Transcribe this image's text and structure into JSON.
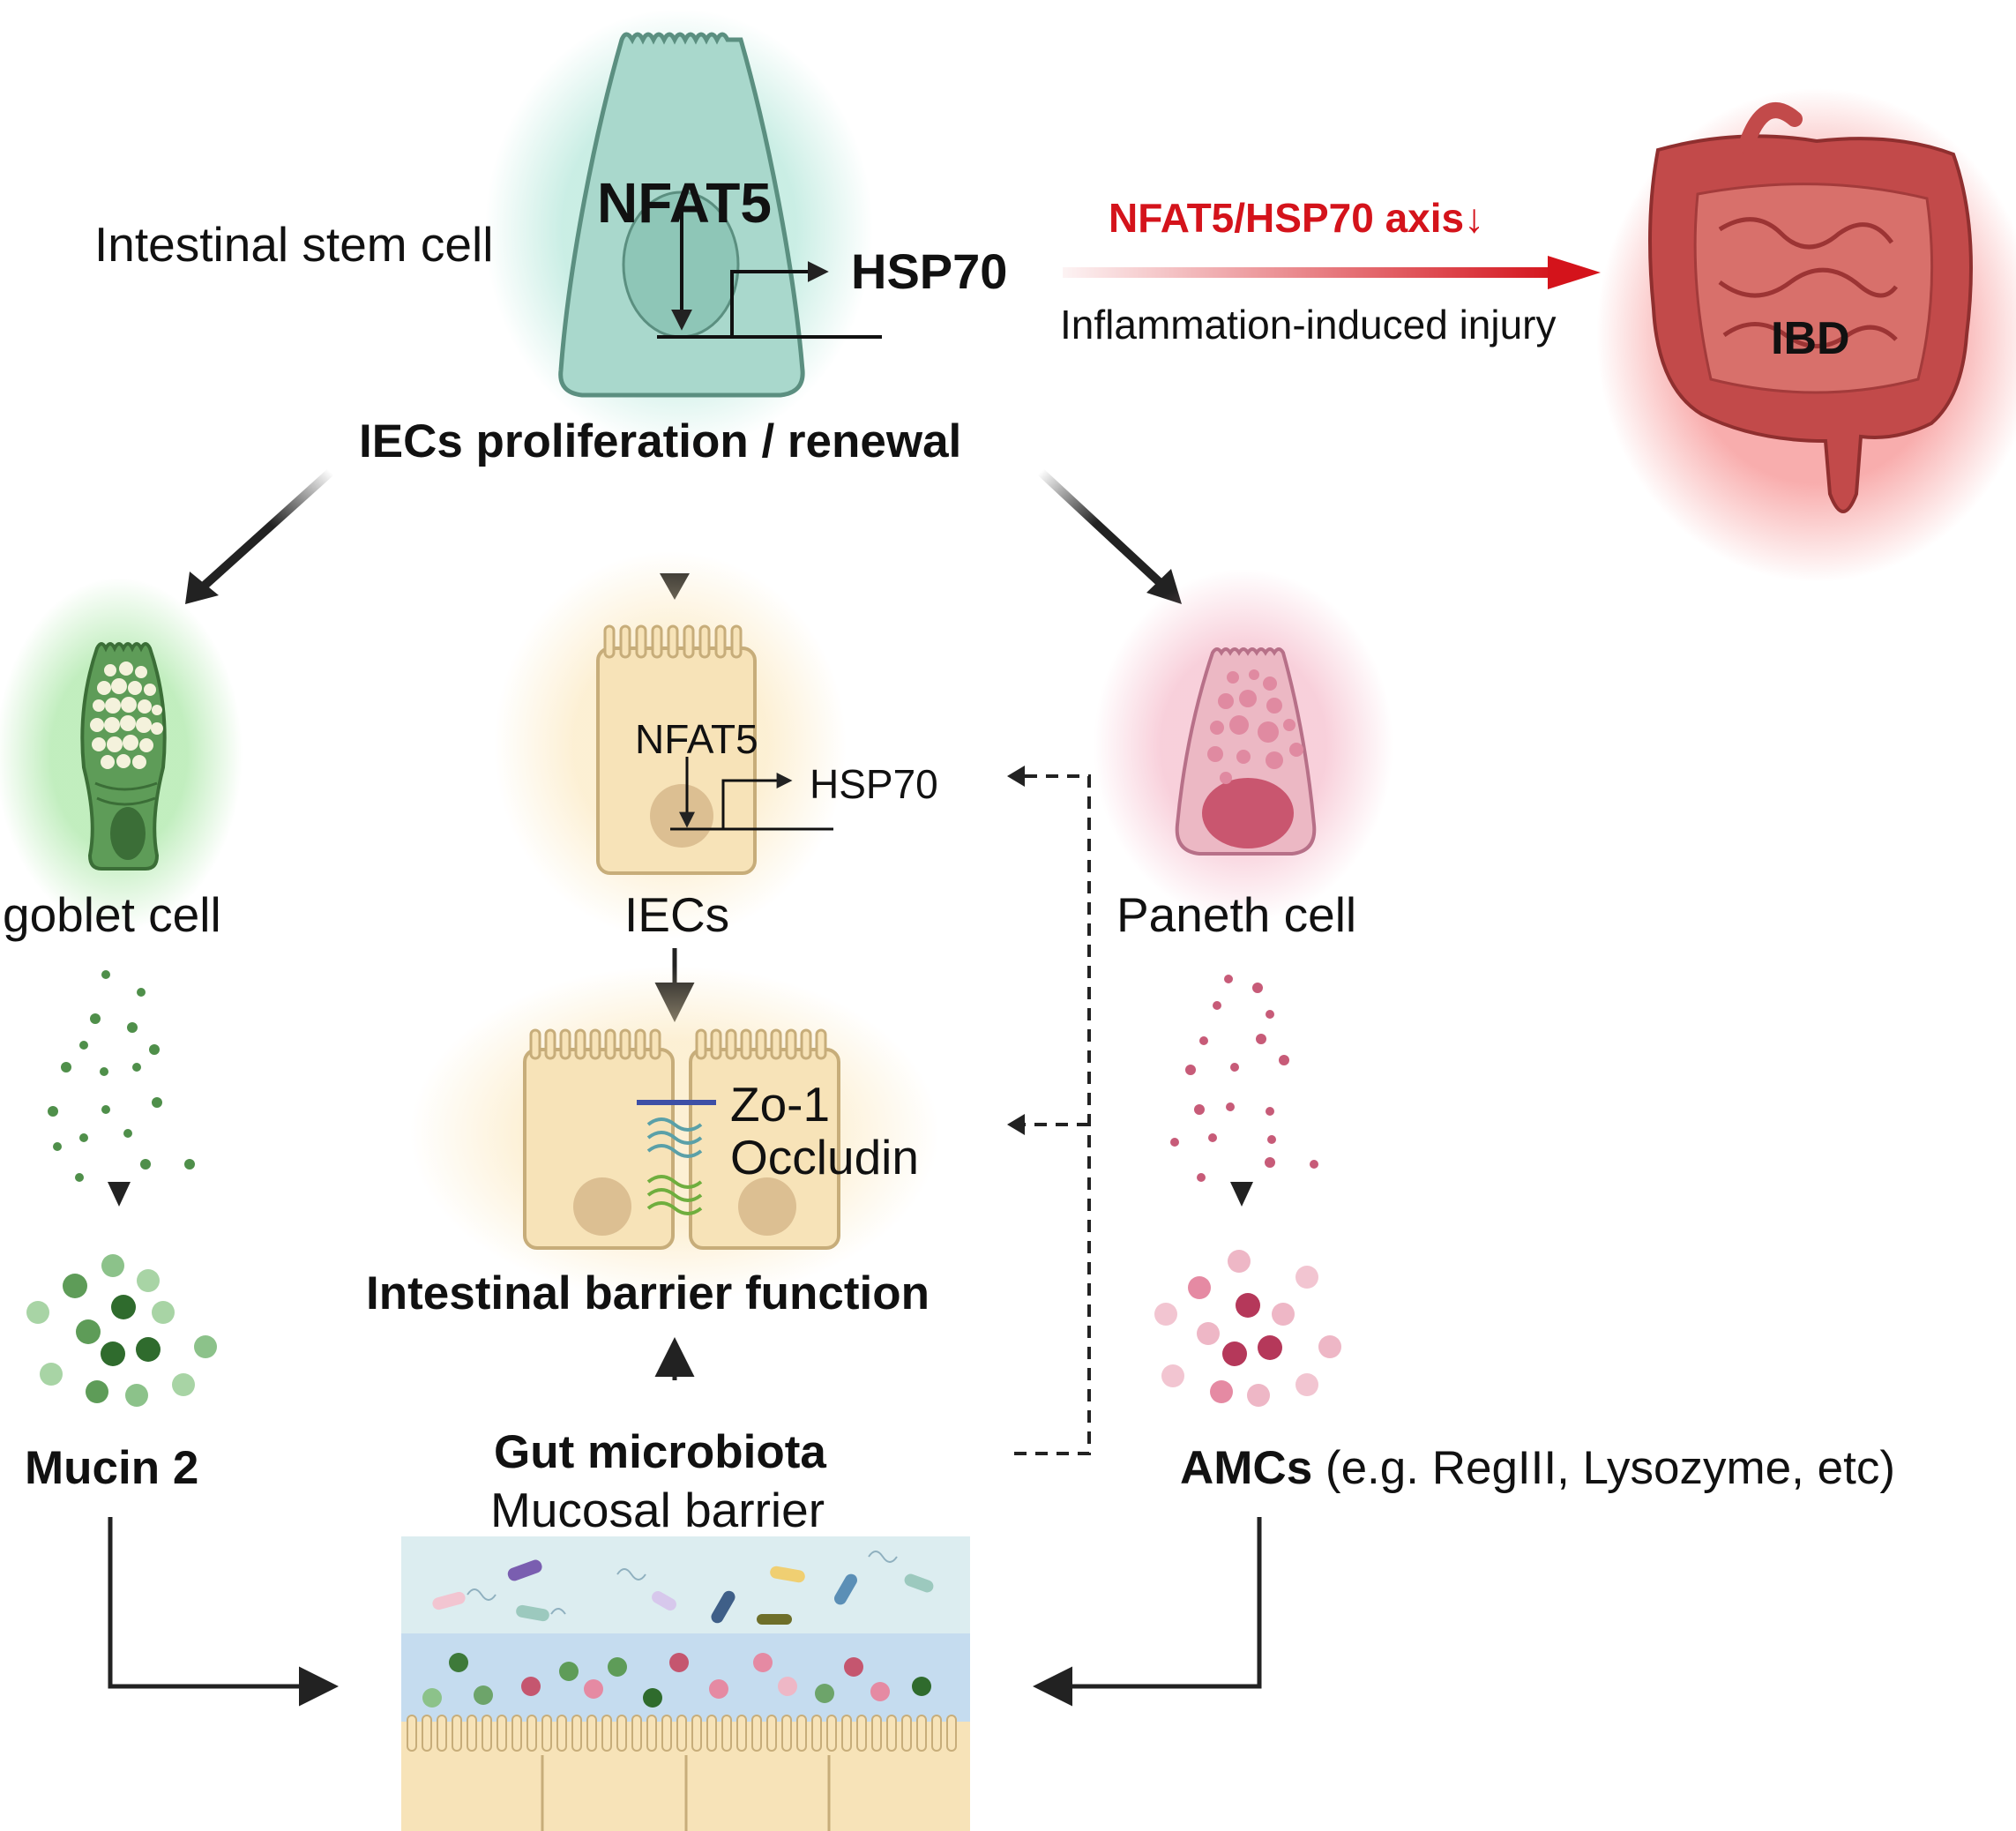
{
  "labels": {
    "intestinal_stem_cell": "Intestinal stem cell",
    "stem_nfat5": "NFAT5",
    "stem_hsp70": "HSP70",
    "axis": "NFAT5/HSP70 axis↓",
    "injury": "Inflammation-induced injury",
    "ibd": "IBD",
    "proliferation": "IECs proliferation / renewal",
    "goblet": "goblet cell",
    "iecs": "IECs",
    "paneth": "Paneth cell",
    "iec_nfat5": "NFAT5",
    "iec_hsp70": "HSP70",
    "zo1": "Zo-1",
    "occludin": "Occludin",
    "barrier": "Intestinal barrier function",
    "mucin": "Mucin 2",
    "microbiota": "Gut microbiota",
    "mucosal": "Mucosal barrier",
    "amcs": "AMCs",
    "amcs_examples": "(e.g. RegIII, Lysozyme, etc)"
  },
  "colors": {
    "stem_cell": "#a9d8cc",
    "stem_outline": "#5b8f80",
    "goblet": "#5e9c58",
    "iec": "#f7e3b8",
    "iec_outline": "#c7ad7a",
    "paneth": "#e7a3b4",
    "paneth_nucleus": "#c9566f",
    "ibd_red": "#c24a4a",
    "axis_red": "#d4131b",
    "arrow": "#222222"
  },
  "icons": [
    "intestinal-stem-cell-icon",
    "colon-icon",
    "goblet-cell-icon",
    "iec-cell-icon",
    "paneth-cell-icon",
    "tight-junction-icon",
    "mucin-granules-icon",
    "amc-granules-icon",
    "mucosal-layer-icon"
  ]
}
